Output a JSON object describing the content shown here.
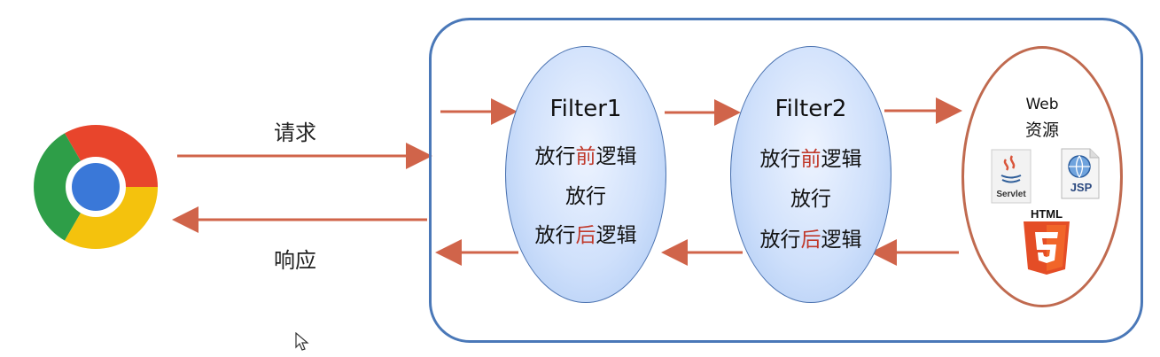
{
  "labels": {
    "request": "请求",
    "response": "响应"
  },
  "filters": [
    {
      "title": "Filter1",
      "before_prefix": "放行",
      "before_hl": "前",
      "before_suffix": "逻辑",
      "pass": "放行",
      "after_prefix": "放行",
      "after_hl": "后",
      "after_suffix": "逻辑"
    },
    {
      "title": "Filter2",
      "before_prefix": "放行",
      "before_hl": "前",
      "before_suffix": "逻辑",
      "pass": "放行",
      "after_prefix": "放行",
      "after_hl": "后",
      "after_suffix": "逻辑"
    }
  ],
  "web": {
    "line1": "Web",
    "line2": "资源",
    "servlet": "Servlet",
    "jsp": "JSP",
    "html": "HTML"
  },
  "colors": {
    "arrow": "#d0644a",
    "container": "#4a78b8",
    "highlight": "#c0392b",
    "web_border": "#c06a4f"
  },
  "icons": [
    "chrome-icon",
    "servlet-icon",
    "jsp-icon",
    "html5-icon",
    "mouse-cursor-icon"
  ]
}
